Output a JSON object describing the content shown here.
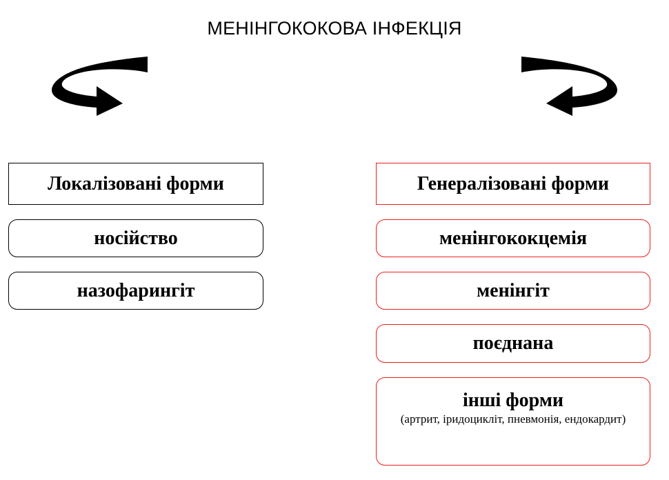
{
  "slide": {
    "title": "МЕНІНГОКОКОВА ІНФЕКЦІЯ",
    "colors": {
      "text": "#000000",
      "background": "#ffffff",
      "localized_border": "#000000",
      "generalized_border": "#e8201c",
      "arrow_fill": "#000000"
    }
  },
  "arrows": {
    "left": {
      "icon": "curved-loop-arrow-right-icon"
    },
    "right": {
      "icon": "curved-loop-arrow-left-icon"
    }
  },
  "columns": {
    "localized": {
      "heading": "Локалізовані форми",
      "items": [
        {
          "label": "носійство"
        },
        {
          "label": "назофарингіт"
        }
      ]
    },
    "generalized": {
      "heading": "Генералізовані форми",
      "items": [
        {
          "label": "менінгококцемія"
        },
        {
          "label": "менінгіт"
        },
        {
          "label": "поєднана"
        },
        {
          "label": "інші форми",
          "sublabel": "(артрит, іридоцикліт, пневмонія, ендокардит)"
        }
      ]
    }
  }
}
